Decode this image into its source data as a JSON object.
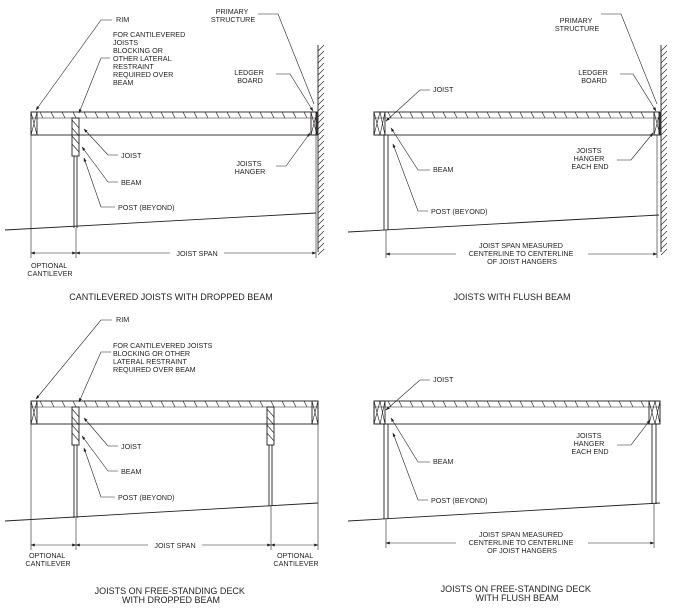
{
  "labels": {
    "rim": "RIM",
    "cantilever_note_1": [
      "FOR CANTILEVERED",
      "JOISTS",
      "BLOCKING OR",
      "OTHER LATERAL",
      "RESTRAINT",
      "REQUIRED OVER",
      "BEAM"
    ],
    "cantilever_note_3": [
      "FOR CANTILEVERED JOISTS",
      "BLOCKING OR OTHER",
      "LATERAL RESTRAINT",
      "REQUIRED OVER BEAM"
    ],
    "primary_structure": [
      "PRIMARY",
      "STRUCTURE"
    ],
    "ledger_board": [
      "LEDGER",
      "BOARD"
    ],
    "joist": "JOIST",
    "beam": "BEAM",
    "post_beyond": "POST (BEYOND)",
    "joists_hanger": [
      "JOISTS",
      "HANGER"
    ],
    "joists_hanger_each_end": [
      "JOISTS",
      "HANGER",
      "EACH END"
    ],
    "optional_cantilever": [
      "OPTIONAL",
      "CANTILEVER"
    ],
    "joist_span": "JOIST SPAN",
    "joist_span_measured": [
      "JOIST SPAN MEASURED",
      "CENTERLINE TO CENTERLINE",
      "OF JOIST HANGERS"
    ]
  },
  "captions": {
    "d1": "CANTILEVERED JOISTS WITH DROPPED BEAM",
    "d2": "JOISTS WITH FLUSH BEAM",
    "d3": [
      "JOISTS ON FREE-STANDING DECK",
      "WITH DROPPED BEAM"
    ],
    "d4": [
      "JOISTS ON FREE-STANDING DECK",
      "WITH FLUSH BEAM"
    ]
  }
}
